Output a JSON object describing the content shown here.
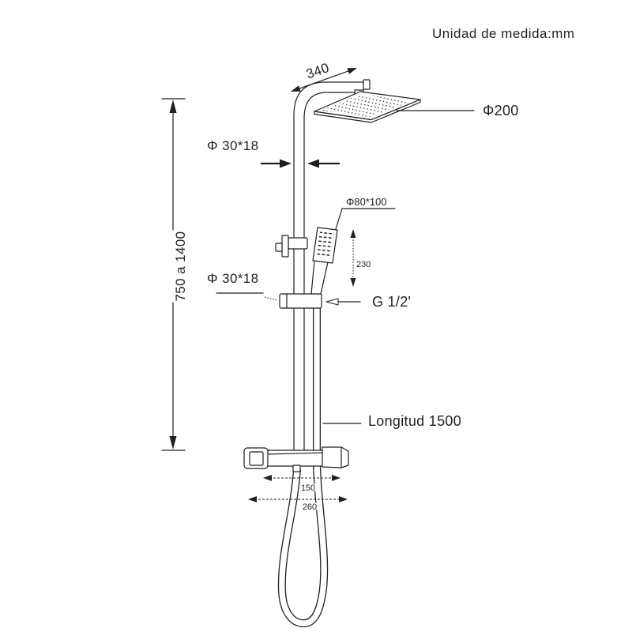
{
  "header": {
    "units_note": "Unidad de medida:mm"
  },
  "dimensions": {
    "arm_length": "340",
    "head_diameter": "Φ200",
    "pipe_section_upper": "Φ 30*18",
    "hand_shower_size": "Φ80*100",
    "hand_shower_travel": "230",
    "pipe_section_lower": "Φ 30*18",
    "inlet_thread": "G 1/2'",
    "height_range": "750 a 1400",
    "hose_length": "Longitud 1500",
    "inlet_spacing": "150",
    "mixer_width": "260"
  },
  "colors": {
    "line": "#231f20",
    "background": "#ffffff"
  }
}
